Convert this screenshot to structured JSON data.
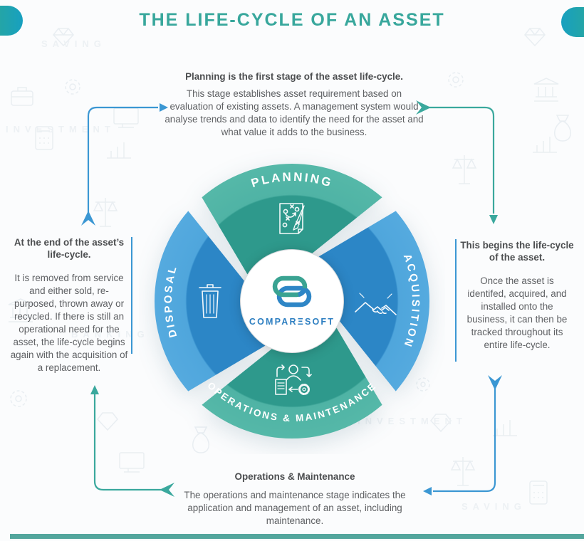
{
  "title": "THE LIFE-CYCLE OF AN ASSET",
  "brand": {
    "wordmark": "COMPARΞSOFT"
  },
  "cycle": {
    "planning": {
      "label": "PLANNING"
    },
    "acquisition": {
      "label": "ACQUISITION"
    },
    "operations": {
      "label": "OPERATIONS & MAINTENANCE"
    },
    "disposal": {
      "label": "DISPOSAL"
    }
  },
  "callouts": {
    "top": {
      "heading": "Planning is the first stage of the asset life-cycle.",
      "body": "This stage establishes asset requirement based on evaluation of existing assets. A management system would analyse trends and data to identify the need for the asset and what value it adds to the business."
    },
    "right": {
      "heading": "This begins the life-cycle of the asset.",
      "body": "Once the asset is identifed, acquired, and installed onto the business, it can then be tracked throughout its entire life-cycle."
    },
    "bottom": {
      "heading": "Operations & Maintenance",
      "body": "The operations and maintenance stage indicates the application and management of an asset, including maintenance."
    },
    "left": {
      "heading": "At the end of the asset’s life-cycle.",
      "body": "It is removed from service and either sold, re-purposed, thrown away or recycled. If there is still an operational need for the asset, the life-cycle begins again with the acquisition of a replacement."
    }
  },
  "colors": {
    "accent_teal": "#3aa79c",
    "accent_blue": "#3b97d3",
    "segment_teal_outer": "#4fb3a5",
    "segment_teal_inner": "#2e998c",
    "segment_blue_outer": "#4fa6dc",
    "segment_blue_inner": "#2c86c6"
  },
  "background_words": [
    "INVESTMENT",
    "BANKING",
    "SAVING"
  ]
}
